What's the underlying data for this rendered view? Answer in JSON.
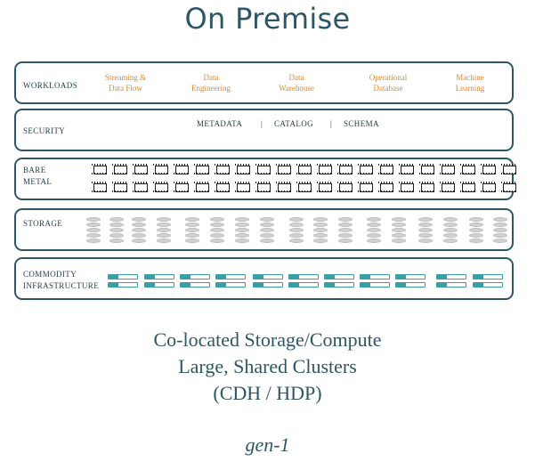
{
  "title": "On Premise",
  "layers": {
    "workloads": {
      "label": "WORKLOADS",
      "items": [
        "Streaming &\nData Flow",
        "Data\nEngineering",
        "Data\nWarehouse",
        "Operational\nDatabase",
        "Machine\nLearning"
      ]
    },
    "security": {
      "label": "SECURITY",
      "items": [
        "METADATA",
        "CATALOG",
        "SCHEMA"
      ],
      "separator": "|"
    },
    "bare_metal": {
      "label": "BARE\nMETAL"
    },
    "storage": {
      "label": "STORAGE"
    },
    "commodity": {
      "label": "COMMODITY\nINFRASTRUCTURE"
    }
  },
  "caption": {
    "line1": "Co-located Storage/Compute",
    "line2": "Large, Shared Clusters",
    "line3": "(CDH / HDP)"
  },
  "footer": "gen-1",
  "colors": {
    "accent": "#2e5665",
    "workload": "#e0892a",
    "server": "#3a9fa4",
    "disk": "#d2d2d2"
  }
}
